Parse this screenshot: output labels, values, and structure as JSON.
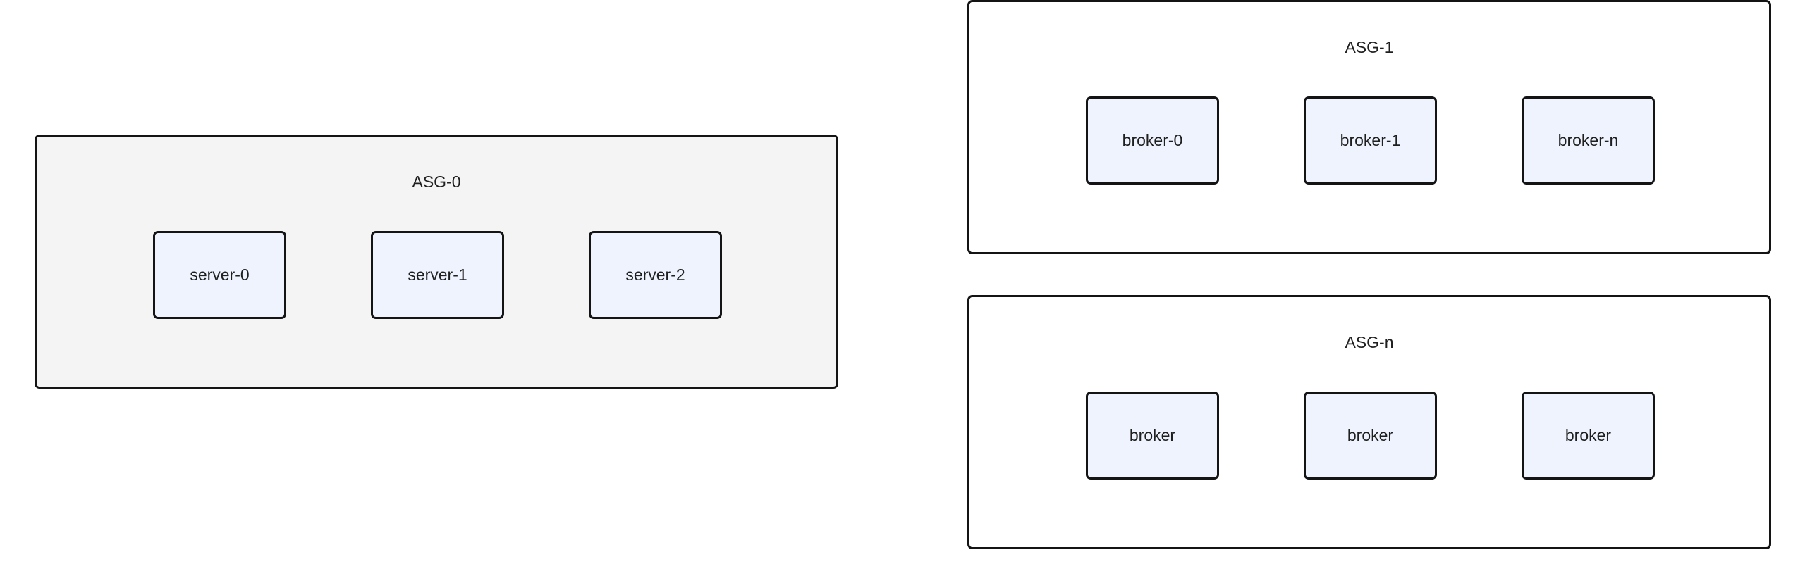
{
  "groups": [
    {
      "title": "ASG-0",
      "nodes": [
        "server-0",
        "server-1",
        "server-2"
      ],
      "background": "#f4f4f4"
    },
    {
      "title": "ASG-1",
      "nodes": [
        "broker-0",
        "broker-1",
        "broker-n"
      ],
      "background": "#ffffff"
    },
    {
      "title": "ASG-n",
      "nodes": [
        "broker",
        "broker",
        "broker"
      ],
      "background": "#ffffff"
    }
  ],
  "colors": {
    "node_fill": "#eef3fd",
    "border": "#141414"
  }
}
